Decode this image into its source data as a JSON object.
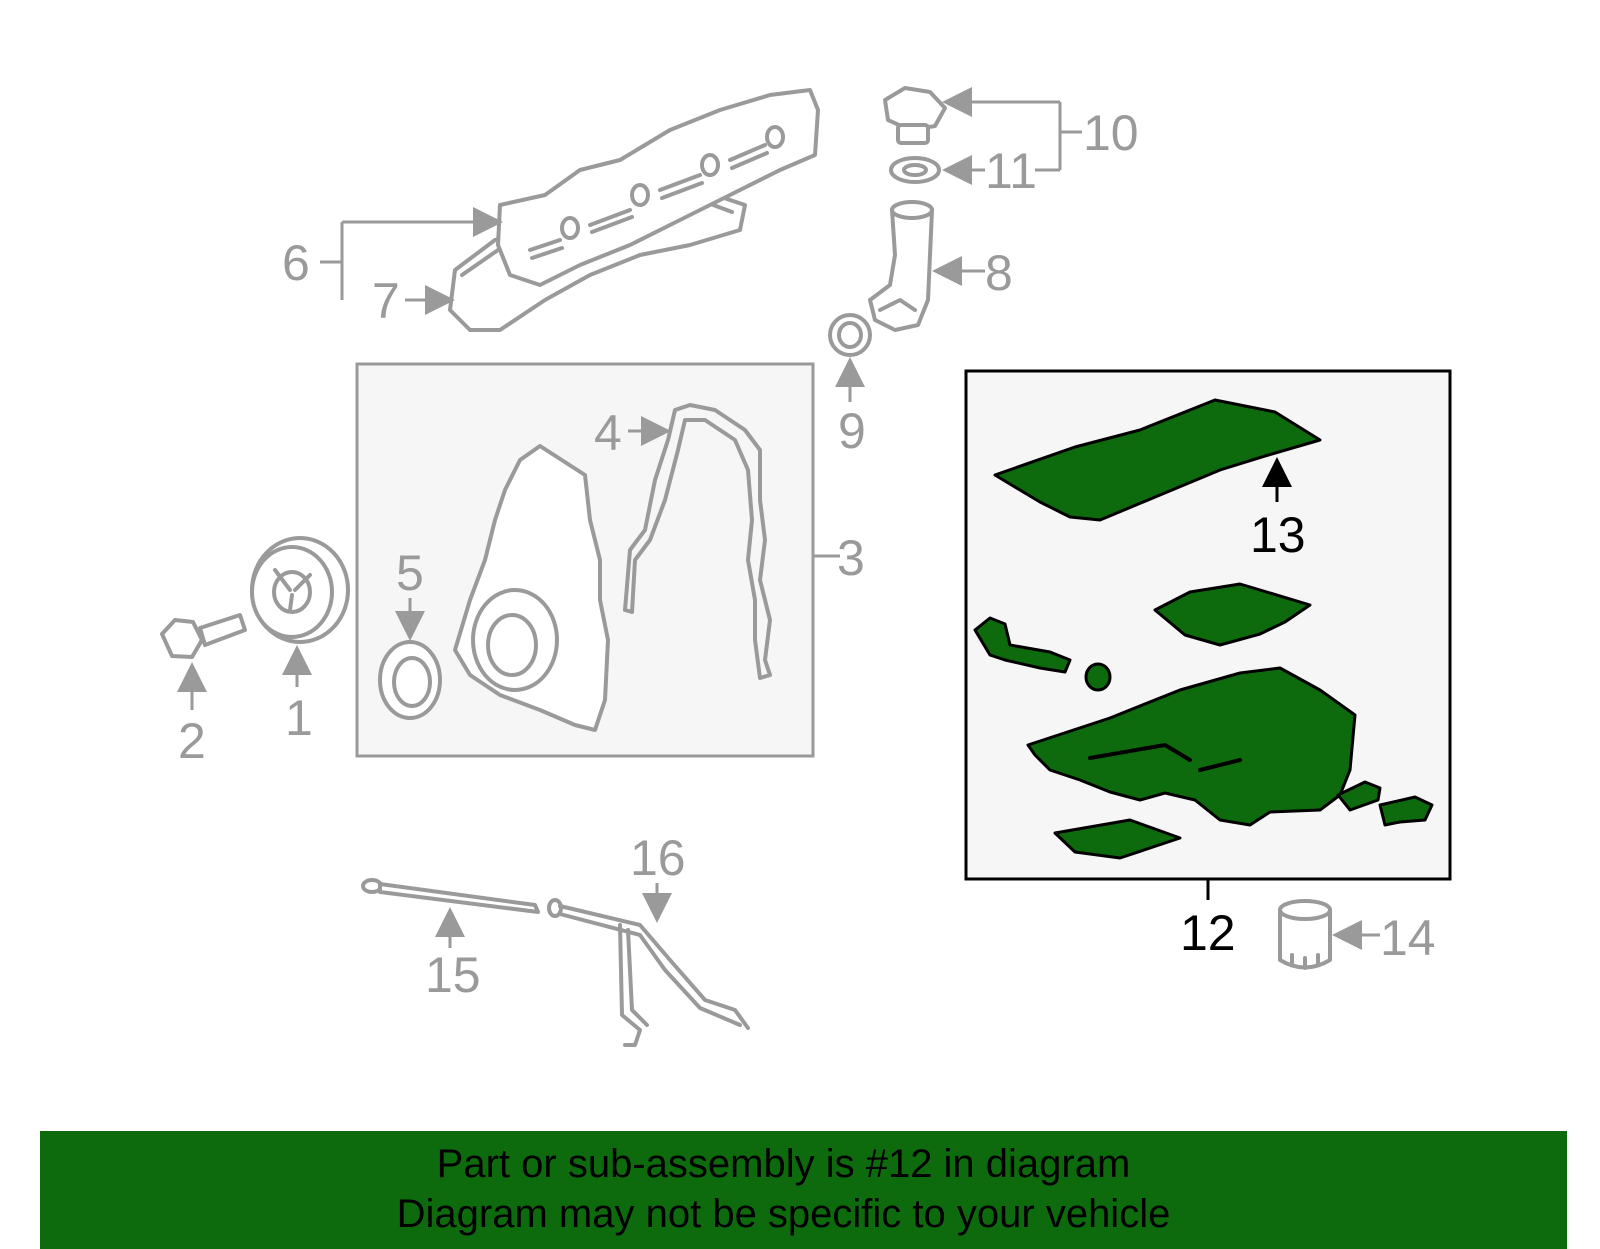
{
  "callouts": [
    {
      "id": "1",
      "label": "1",
      "highlighted": false
    },
    {
      "id": "2",
      "label": "2",
      "highlighted": false
    },
    {
      "id": "3",
      "label": "3",
      "highlighted": false
    },
    {
      "id": "4",
      "label": "4",
      "highlighted": false
    },
    {
      "id": "5",
      "label": "5",
      "highlighted": false
    },
    {
      "id": "6",
      "label": "6",
      "highlighted": false
    },
    {
      "id": "7",
      "label": "7",
      "highlighted": false
    },
    {
      "id": "8",
      "label": "8",
      "highlighted": false
    },
    {
      "id": "9",
      "label": "9",
      "highlighted": false
    },
    {
      "id": "10",
      "label": "10",
      "highlighted": false
    },
    {
      "id": "11",
      "label": "11",
      "highlighted": false
    },
    {
      "id": "12",
      "label": "12",
      "highlighted": true
    },
    {
      "id": "13",
      "label": "13",
      "highlighted": true
    },
    {
      "id": "14",
      "label": "14",
      "highlighted": false
    },
    {
      "id": "15",
      "label": "15",
      "highlighted": false
    },
    {
      "id": "16",
      "label": "16",
      "highlighted": false
    }
  ],
  "banner": {
    "line1": "Part or sub-assembly is #12 in diagram",
    "line2": "Diagram may not be specific to your vehicle"
  },
  "colors": {
    "highlight": "#0d6b0d",
    "inactive_part": "#9a9a9a",
    "active_label": "#000000"
  }
}
